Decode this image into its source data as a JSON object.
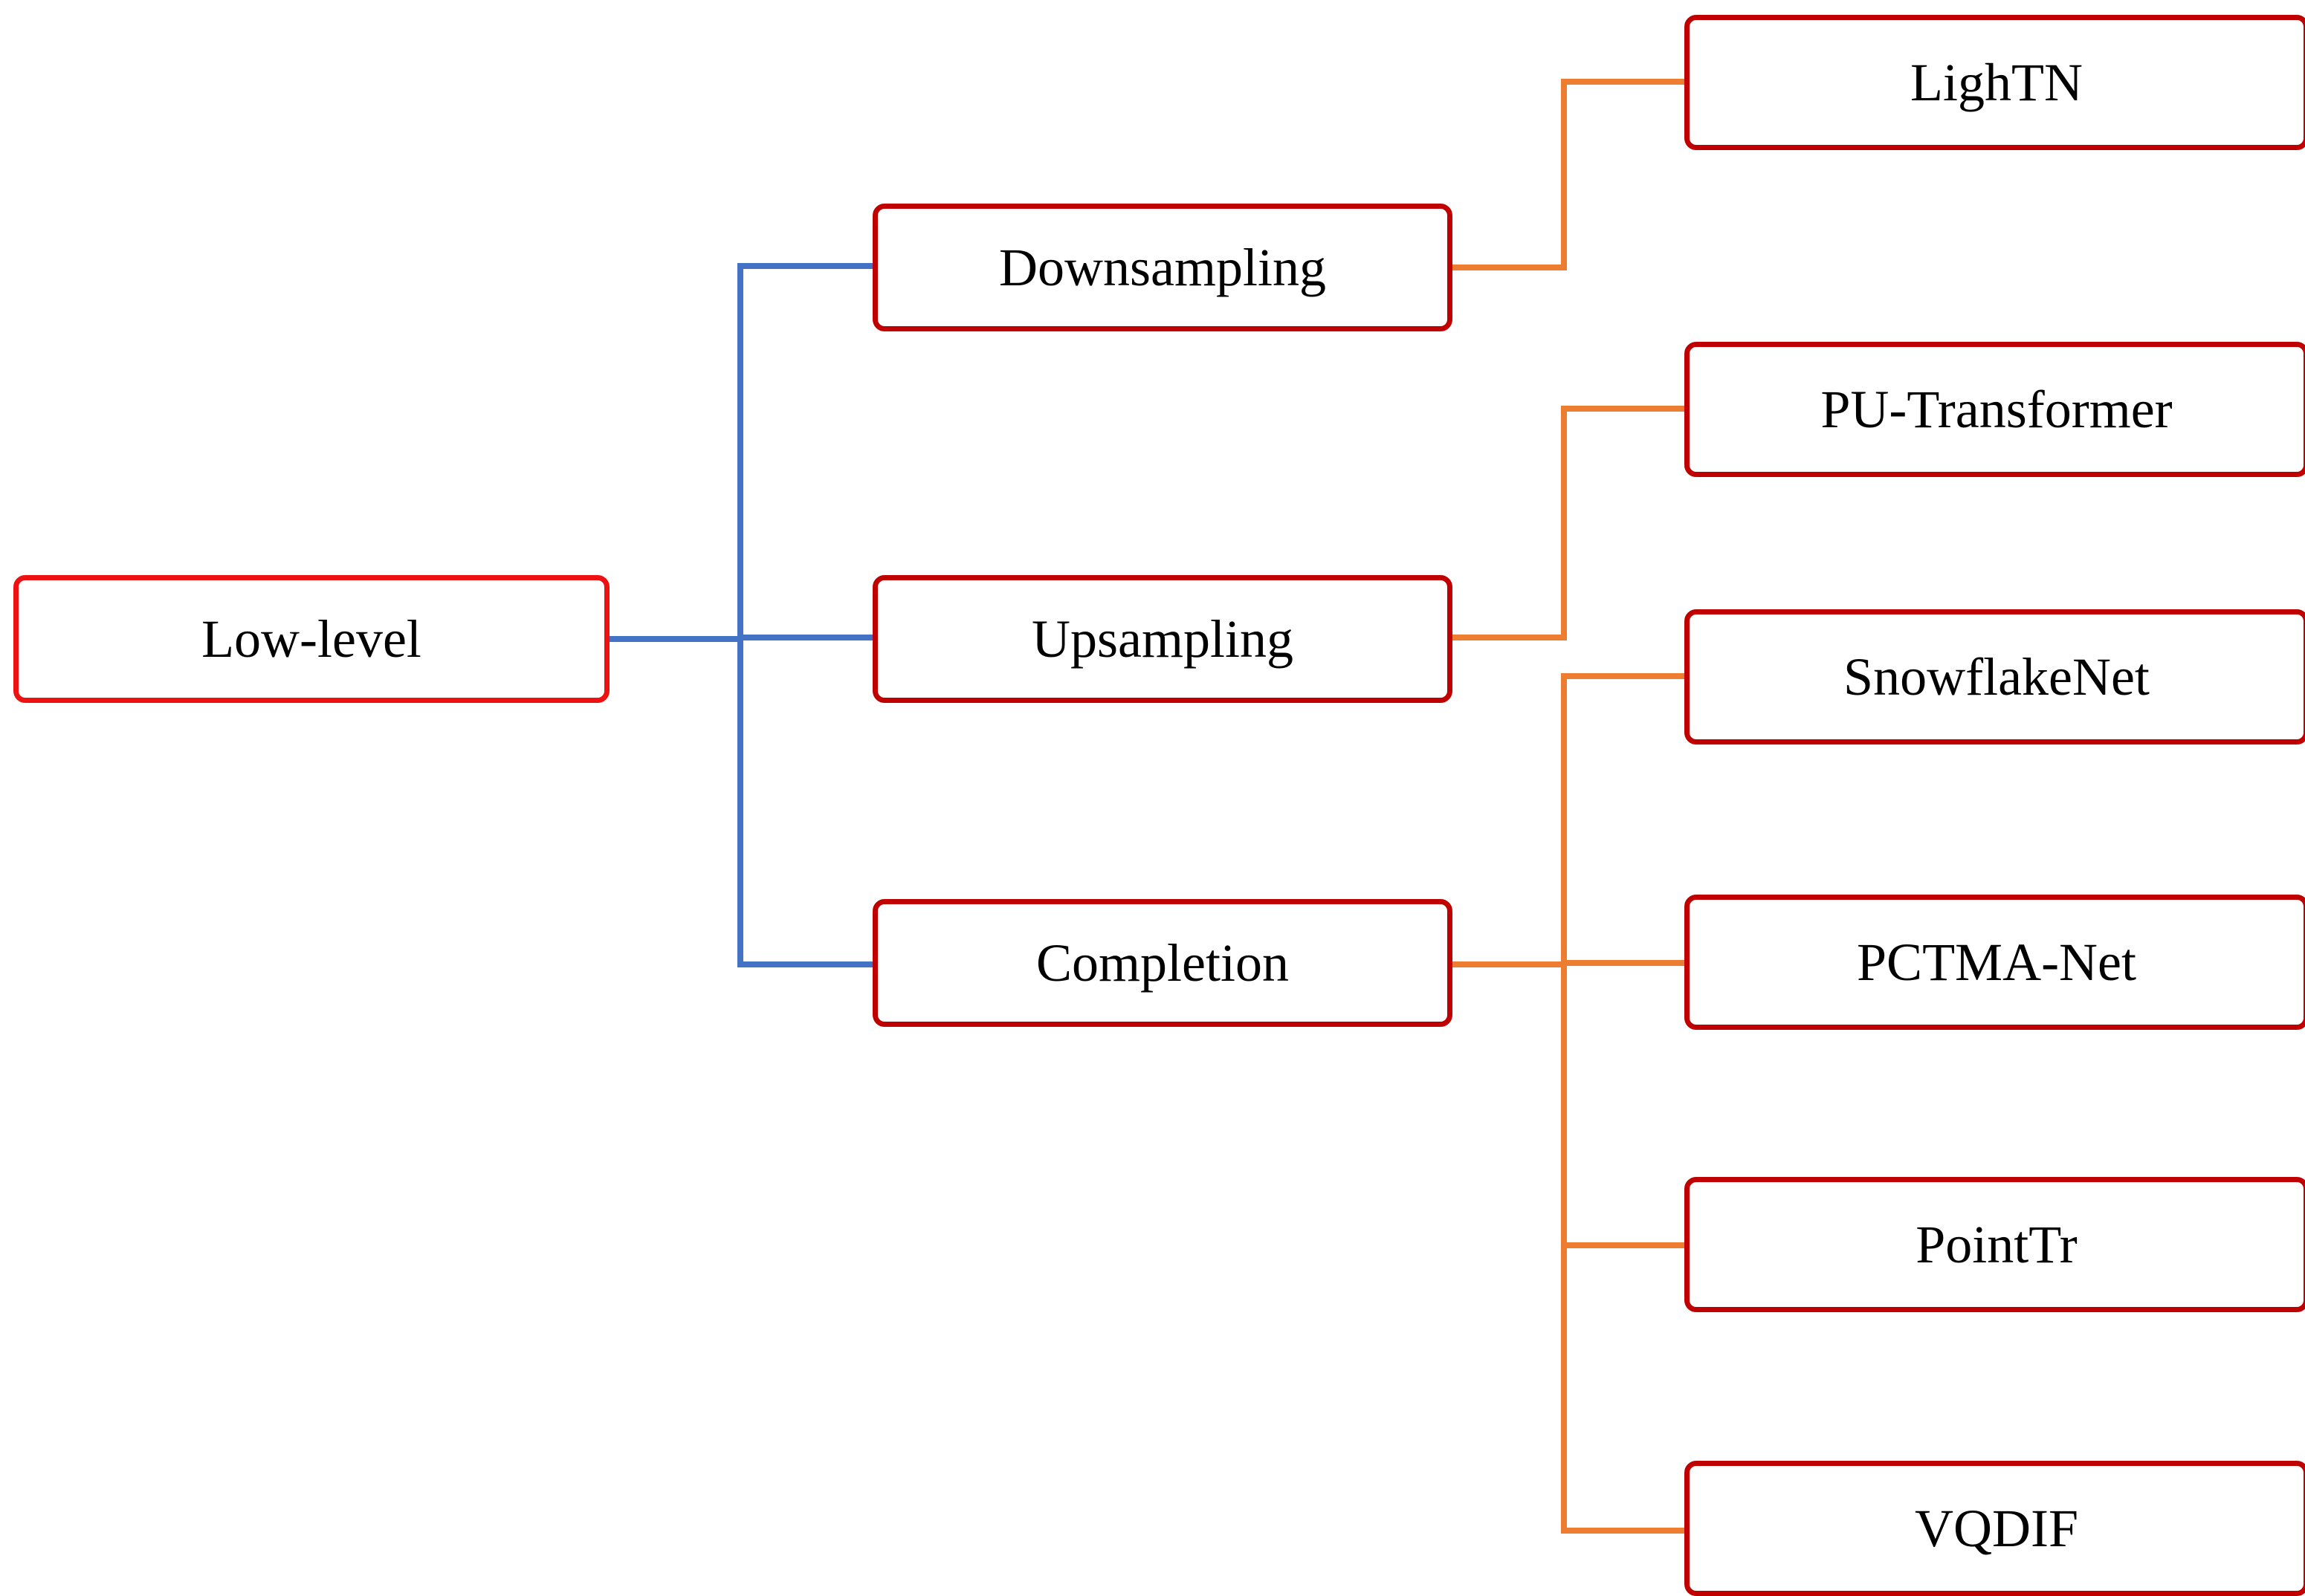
{
  "colors": {
    "root_border": "#ee1111",
    "node_border": "#c00000",
    "level1_connector": "#4472c4",
    "level2_connector": "#ed7d31"
  },
  "tree": {
    "root": {
      "label": "Low-level"
    },
    "categories": {
      "downsampling": {
        "label": "Downsampling"
      },
      "upsampling": {
        "label": "Upsampling"
      },
      "completion": {
        "label": "Completion"
      }
    },
    "methods": {
      "lightn": {
        "label": "LighTN"
      },
      "putransformer": {
        "label": "PU-Transformer"
      },
      "snowflakenet": {
        "label": "SnowflakeNet"
      },
      "pctmanet": {
        "label": "PCTMA-Net"
      },
      "pointtr": {
        "label": "PointTr"
      },
      "vqdif": {
        "label": "VQDIF"
      }
    }
  }
}
